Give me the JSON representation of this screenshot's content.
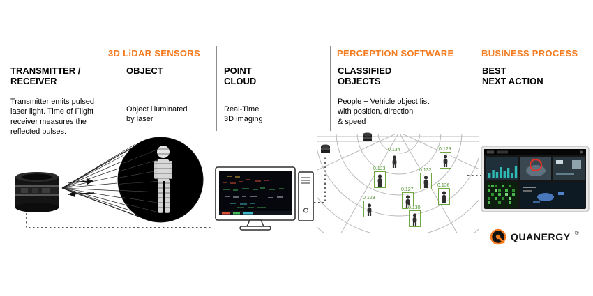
{
  "sections": {
    "lidar": "3D LiDAR SENSORS",
    "perception": "PERCEPTION SOFTWARE",
    "business": "BUSINESS PROCESS"
  },
  "columns": [
    {
      "title": "TRANSMITTER /\nRECEIVER",
      "description": "Transmitter emits pulsed\nlaser light. Time of Flight\nreceiver measures the\nreflected pulses."
    },
    {
      "title": "OBJECT",
      "description": "Object illuminated\nby laser"
    },
    {
      "title": "POINT\nCLOUD",
      "description": "Real-Time\n3D imaging"
    },
    {
      "title": "CLASSIFIED\nOBJECTS",
      "description": "People + Vehicle object list\nwith position, direction\n& speed"
    },
    {
      "title": "BEST\nNEXT ACTION",
      "description": ""
    }
  ],
  "detections": [
    "0.134",
    "0.123",
    "0.129",
    "0.132",
    "0.127",
    "0.136",
    "0.128",
    "0.130"
  ],
  "logo": {
    "name": "QUANERGY",
    "registered": "®"
  },
  "colors": {
    "accent": "#F47B20",
    "detection_green": "#6FA83E"
  }
}
